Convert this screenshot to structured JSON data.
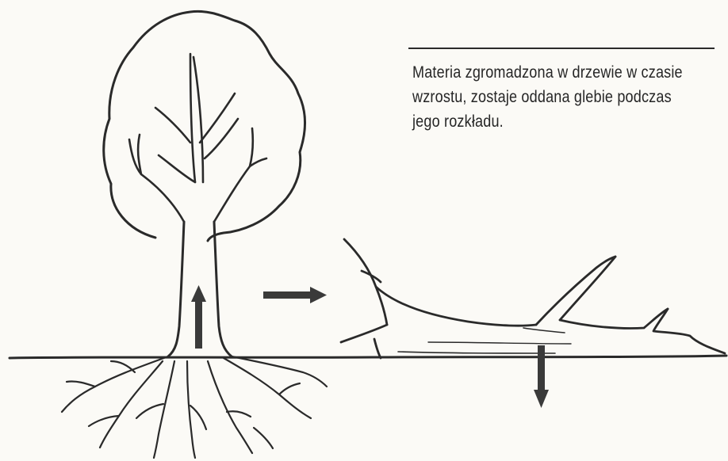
{
  "caption": {
    "lines": [
      "Materia zgromadzona w drzewie w czasie",
      "wzrostu, zostaje oddana glebie podczas",
      "jego rozkładu."
    ]
  },
  "colors": {
    "background": "#fbfaf6",
    "ink": "#2a2a2a",
    "arrow": "#3a3a3a"
  },
  "icons": {
    "up_arrow": "up-arrow-icon",
    "right_arrow": "right-arrow-icon",
    "down_arrow": "down-arrow-icon"
  }
}
